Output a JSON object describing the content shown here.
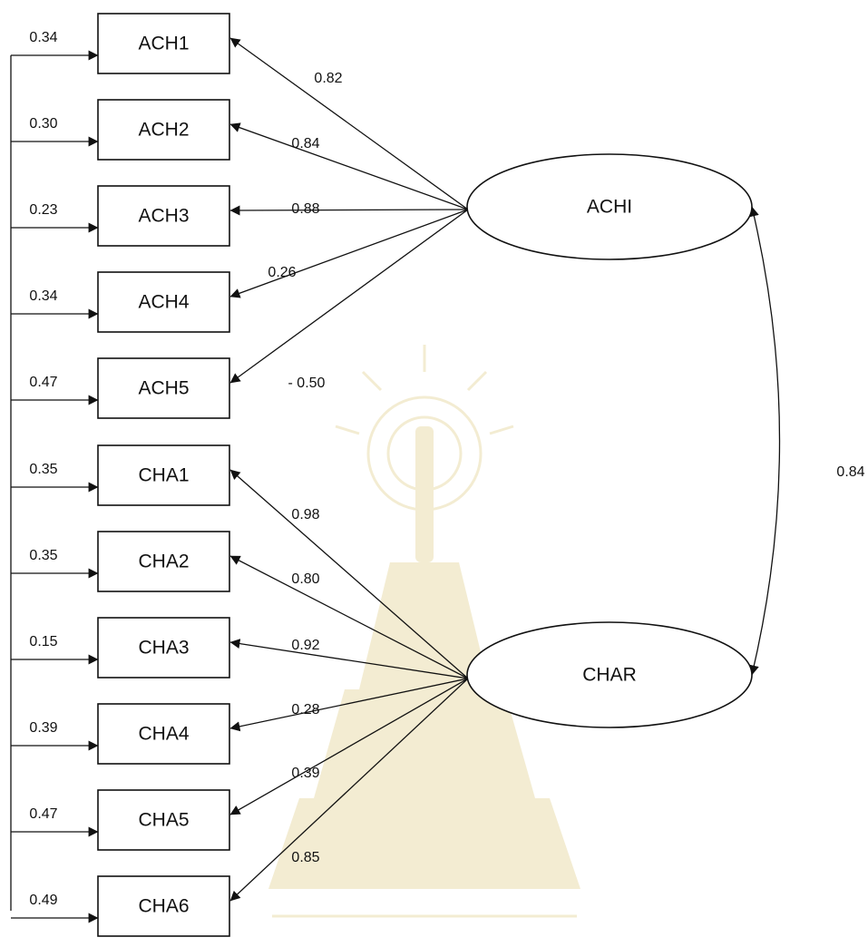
{
  "diagram": {
    "latent_factors": [
      {
        "id": "ACHI",
        "label": "ACHI"
      },
      {
        "id": "CHAR",
        "label": "CHAR"
      }
    ],
    "indicators": [
      {
        "label": "ACH1",
        "error": "0.34",
        "factor": "ACHI",
        "loading": "0.82"
      },
      {
        "label": "ACH2",
        "error": "0.30",
        "factor": "ACHI",
        "loading": "0.84"
      },
      {
        "label": "ACH3",
        "error": "0.23",
        "factor": "ACHI",
        "loading": "0.88"
      },
      {
        "label": "ACH4",
        "error": "0.34",
        "factor": "ACHI",
        "loading": "0.26"
      },
      {
        "label": "ACH5",
        "error": "0.47",
        "factor": "ACHI",
        "loading": "- 0.50"
      },
      {
        "label": "CHA1",
        "error": "0.35",
        "factor": "CHAR",
        "loading": "0.98"
      },
      {
        "label": "CHA2",
        "error": "0.35",
        "factor": "CHAR",
        "loading": "0.80"
      },
      {
        "label": "CHA3",
        "error": "0.15",
        "factor": "CHAR",
        "loading": "0.92"
      },
      {
        "label": "CHA4",
        "error": "0.39",
        "factor": "CHAR",
        "loading": "0.28"
      },
      {
        "label": "CHA5",
        "error": "0.47",
        "factor": "CHAR",
        "loading": "0.39"
      },
      {
        "label": "CHA6",
        "error": "0.49",
        "factor": "CHAR",
        "loading": "0.85"
      }
    ],
    "correlation": {
      "from": "ACHI",
      "to": "CHAR",
      "value": "0.84"
    },
    "colors": {
      "line": "#111111",
      "watermark": "#efe6c4"
    }
  }
}
